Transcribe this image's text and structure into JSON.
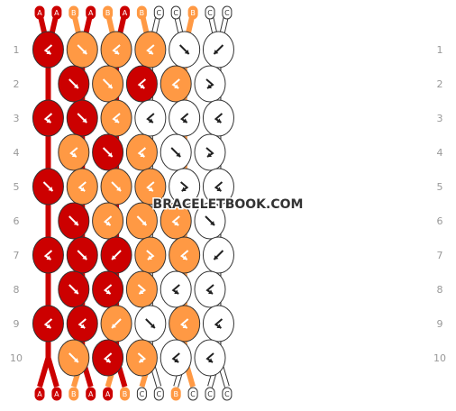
{
  "pattern": {
    "colors": {
      "A": "#cc0000",
      "B": "#ff9944",
      "C": "#ffffff"
    },
    "outline": "#333333",
    "label_color": "#999999",
    "watermark": "BRACELETBOOK.COM",
    "top_strings": [
      "A",
      "A",
      "B",
      "A",
      "B",
      "A",
      "B",
      "C",
      "C",
      "B",
      "C",
      "C"
    ],
    "bottom_strings": [
      "A",
      "A",
      "B",
      "A",
      "A",
      "B",
      "C",
      "C",
      "B",
      "C",
      "C",
      "C"
    ],
    "row_labels_left": [
      "1",
      "2",
      "3",
      "4",
      "5",
      "6",
      "7",
      "8",
      "9",
      "10"
    ],
    "row_labels_right": [
      "1",
      "2",
      "3",
      "4",
      "5",
      "6",
      "7",
      "8",
      "9",
      "10"
    ],
    "knots": [
      [
        {
          "c": "A",
          "k": "bf"
        },
        {
          "c": "B",
          "k": "f"
        },
        {
          "c": "B",
          "k": "bf"
        },
        {
          "c": "B",
          "k": "bf"
        },
        {
          "c": "C",
          "k": "f"
        },
        {
          "c": "C",
          "k": "b"
        }
      ],
      [
        {
          "c": "A",
          "k": "f"
        },
        {
          "c": "B",
          "k": "f"
        },
        {
          "c": "A",
          "k": "bf"
        },
        {
          "c": "B",
          "k": "bf"
        },
        {
          "c": "C",
          "k": "fb"
        }
      ],
      [
        {
          "c": "A",
          "k": "bf"
        },
        {
          "c": "A",
          "k": "f"
        },
        {
          "c": "B",
          "k": "bf"
        },
        {
          "c": "C",
          "k": "bf"
        },
        {
          "c": "C",
          "k": "bf"
        },
        {
          "c": "C",
          "k": "bf"
        }
      ],
      [
        {
          "c": "B",
          "k": "bf"
        },
        {
          "c": "A",
          "k": "f"
        },
        {
          "c": "B",
          "k": "bf"
        },
        {
          "c": "C",
          "k": "f"
        },
        {
          "c": "C",
          "k": "fb"
        }
      ],
      [
        {
          "c": "A",
          "k": "f"
        },
        {
          "c": "B",
          "k": "bf"
        },
        {
          "c": "B",
          "k": "f"
        },
        {
          "c": "B",
          "k": "bf"
        },
        {
          "c": "C",
          "k": "fb"
        },
        {
          "c": "C",
          "k": "bf"
        }
      ],
      [
        {
          "c": "A",
          "k": "f"
        },
        {
          "c": "B",
          "k": "bf"
        },
        {
          "c": "B",
          "k": "f"
        },
        {
          "c": "B",
          "k": "bf"
        },
        {
          "c": "C",
          "k": "f"
        }
      ],
      [
        {
          "c": "A",
          "k": "bf"
        },
        {
          "c": "A",
          "k": "f"
        },
        {
          "c": "A",
          "k": "b"
        },
        {
          "c": "B",
          "k": "fb"
        },
        {
          "c": "B",
          "k": "bf"
        },
        {
          "c": "C",
          "k": "b"
        }
      ],
      [
        {
          "c": "A",
          "k": "f"
        },
        {
          "c": "A",
          "k": "bf"
        },
        {
          "c": "B",
          "k": "fb"
        },
        {
          "c": "C",
          "k": "bf"
        },
        {
          "c": "C",
          "k": "bf"
        }
      ],
      [
        {
          "c": "A",
          "k": "bf"
        },
        {
          "c": "A",
          "k": "bf"
        },
        {
          "c": "B",
          "k": "b"
        },
        {
          "c": "C",
          "k": "f"
        },
        {
          "c": "B",
          "k": "bf"
        },
        {
          "c": "C",
          "k": "bf"
        }
      ],
      [
        {
          "c": "B",
          "k": "f"
        },
        {
          "c": "A",
          "k": "bf"
        },
        {
          "c": "B",
          "k": "fb"
        },
        {
          "c": "C",
          "k": "bf"
        },
        {
          "c": "C",
          "k": "bf"
        }
      ]
    ]
  }
}
